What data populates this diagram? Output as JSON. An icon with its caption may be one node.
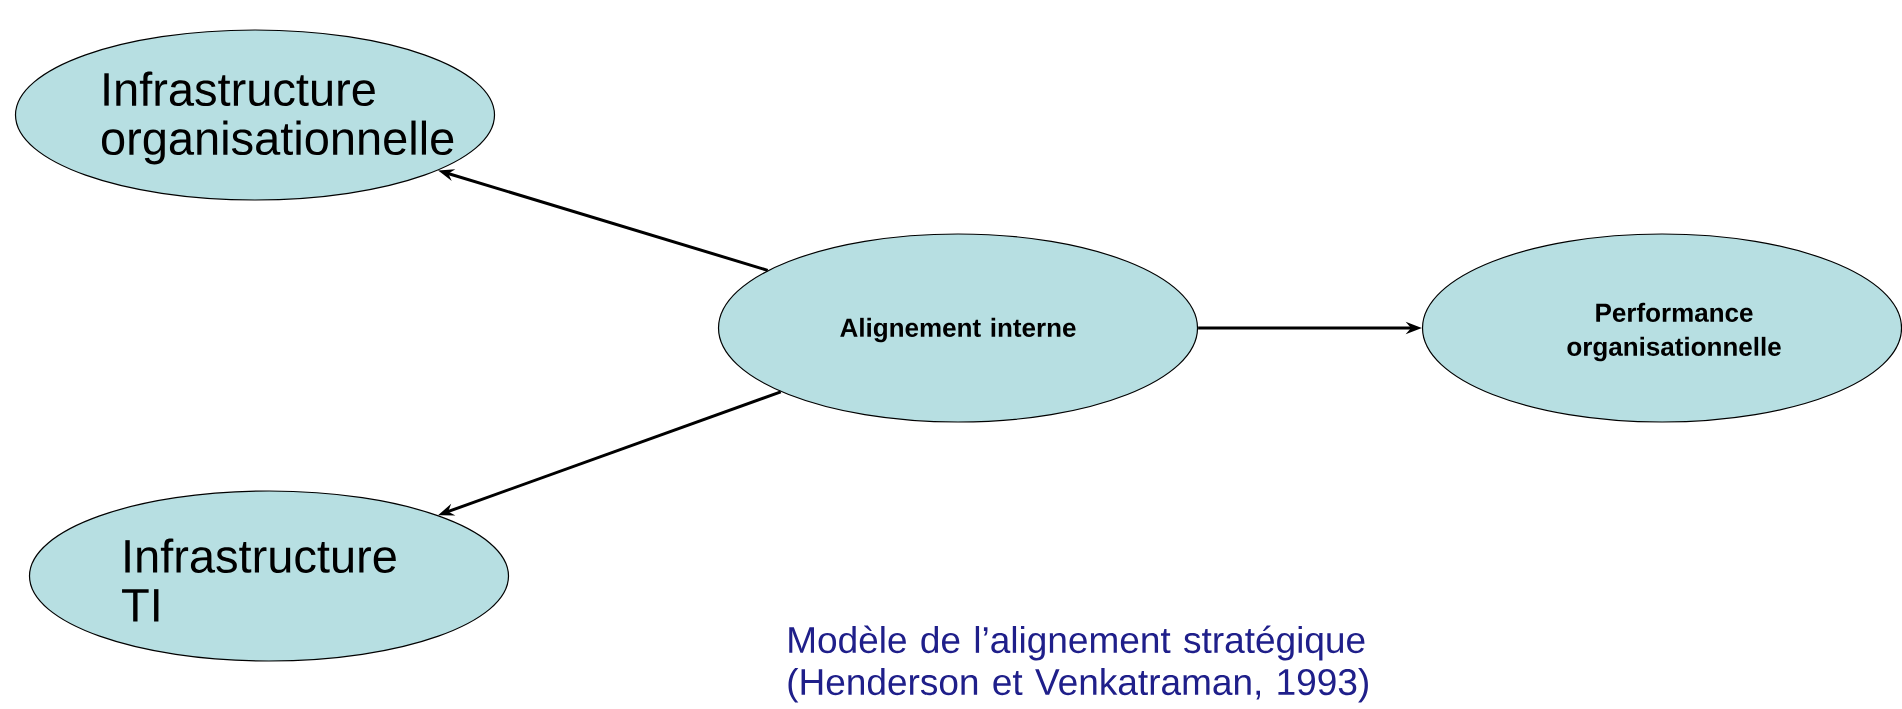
{
  "diagram": {
    "caption": "Modèle de l’alignement stratégique (Henderson et Venkatraman, 1993)",
    "nodes": [
      {
        "text": [
          "Infrastructure organisationnelle"
        ]
      },
      {
        "text": [
          "Alignement interne"
        ]
      },
      {
        "text": [
          "Performance organisationnelle"
        ]
      },
      {
        "text": [
          "Infrastructure TI"
        ]
      }
    ],
    "edges": [
      {
        "from": 1,
        "to": 0,
        "arrow": "to"
      },
      {
        "from": 1,
        "to": 2,
        "arrow": "to"
      },
      {
        "from": 1,
        "to": 3,
        "arrow": "to"
      }
    ]
  }
}
